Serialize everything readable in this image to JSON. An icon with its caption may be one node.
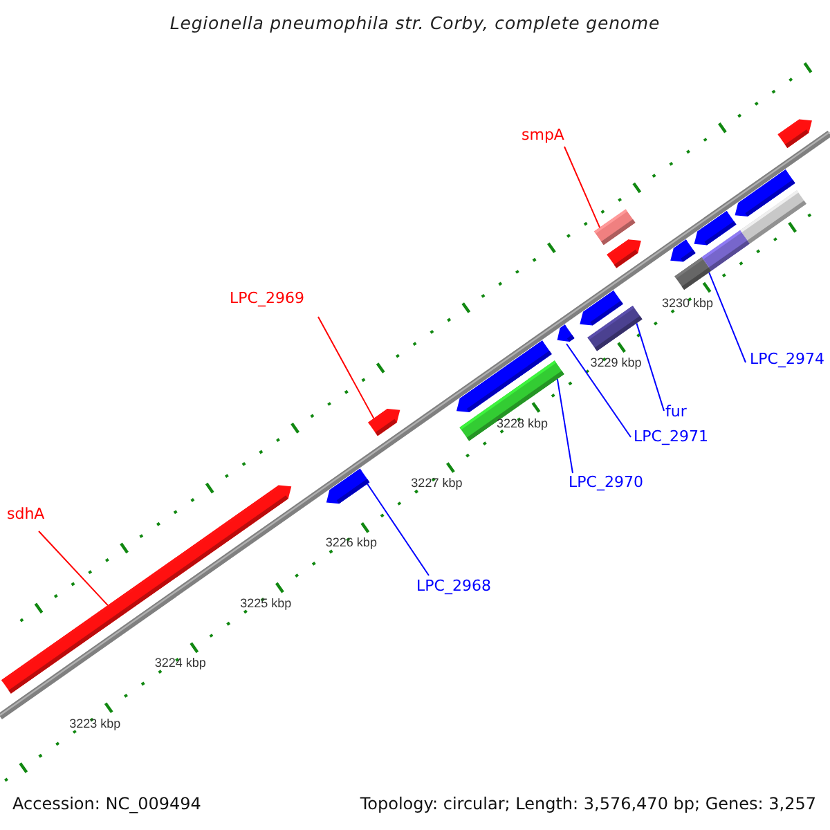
{
  "diagram": {
    "title": "Legionella pneumophila str. Corby, complete genome",
    "nodes": [
      {
        "text": [
          "sdhA"
        ]
      },
      {
        "text": [],
        "shape": "bar"
      },
      {
        "text": [
          "LPC_2969"
        ]
      },
      {
        "text": [],
        "shape": "bar"
      },
      {
        "text": [
          "smpA"
        ]
      },
      {
        "text": [],
        "shape": "bar"
      },
      {
        "text": [
          "LPC_2968"
        ]
      },
      {
        "text": [],
        "shape": "bar"
      },
      {
        "text": [
          "LPC_2970"
        ]
      },
      {
        "text": [],
        "shape": "bar"
      },
      {
        "text": [
          "LPC_2971"
        ]
      },
      {
        "text": [],
        "shape": "bar"
      },
      {
        "text": [
          "fur"
        ]
      },
      {
        "text": [],
        "shape": "bar"
      },
      {
        "text": [
          "LPC_2974"
        ]
      },
      {
        "text": [],
        "shape": "bar"
      },
      {
        "text": [],
        "shape": "bar"
      },
      {
        "text": [],
        "shape": "bar"
      },
      {
        "text": [],
        "shape": "bar"
      },
      {
        "text": [],
        "shape": "bar"
      },
      {
        "text": [],
        "shape": "bar"
      },
      {
        "text": [],
        "shape": "bar"
      },
      {
        "text": [],
        "shape": "bar"
      },
      {
        "text": [],
        "shape": "bar"
      },
      {
        "text": [],
        "shape": "bar"
      }
    ],
    "edges": [
      {
        "from": 0,
        "to": 1,
        "arrow": "none",
        "color": "#ff0000"
      },
      {
        "from": 2,
        "to": 3,
        "arrow": "none",
        "color": "#ff0000"
      },
      {
        "from": 4,
        "to": 5,
        "arrow": "none",
        "color": "#ff0000"
      },
      {
        "from": 6,
        "to": 7,
        "arrow": "none"
      },
      {
        "from": 8,
        "to": 9,
        "arrow": "none"
      },
      {
        "from": 10,
        "to": 11,
        "arrow": "none"
      },
      {
        "from": 12,
        "to": 13,
        "arrow": "none"
      },
      {
        "from": 14,
        "to": 15,
        "arrow": "none"
      }
    ],
    "labels": [
      "3223 kbp",
      "3224 kbp",
      "3225 kbp",
      "3226 kbp",
      "3227 kbp",
      "3228 kbp",
      "3229 kbp",
      "3230 kbp",
      "Accession: NC_009494",
      "Topology: circular; Length: 3,576,470 bp; Genes: 3,257"
    ]
  }
}
